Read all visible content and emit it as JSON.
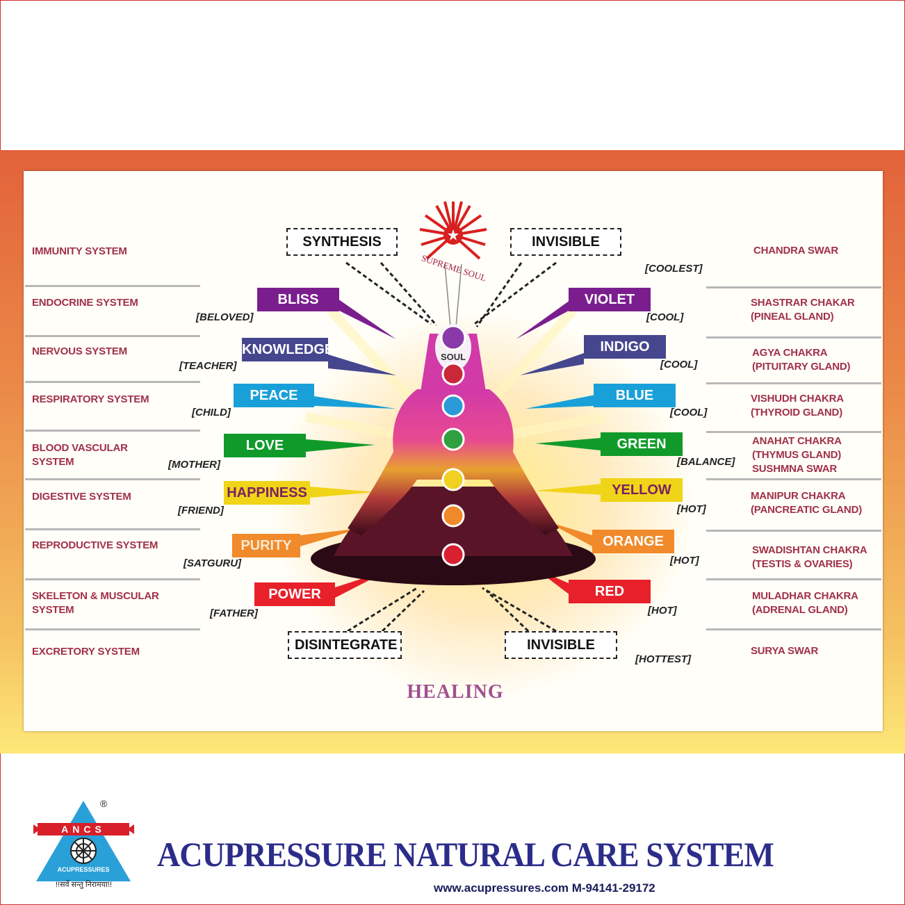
{
  "logo": {
    "name": "ANCS",
    "sub": "ACUPRESSURES",
    "motto": "!!सर्वे सन्तु निरामया!!",
    "registered": "®"
  },
  "top_labels": {
    "synthesis": "SYNTHESIS",
    "invisible": "INVISIBLE",
    "supreme_soul": "SUPREME SOUL",
    "soul": "SOUL",
    "disintegrate": "DISINTEGRATE",
    "invisible_bottom": "INVISIBLE"
  },
  "left_systems": [
    "IMMUNITY SYSTEM",
    "ENDOCRINE SYSTEM",
    "NERVOUS SYSTEM",
    "RESPIRATORY SYSTEM",
    "BLOOD VASCULAR SYSTEM",
    "DIGESTIVE SYSTEM",
    "REPRODUCTIVE SYSTEM",
    "SKELETON & MUSCULAR SYSTEM",
    "EXCRETORY SYSTEM"
  ],
  "left_qualities": [
    {
      "label": "BLISS",
      "relation": "[BELOVED]",
      "color": "#7a1e8e"
    },
    {
      "label": "KNOWLEDGE",
      "relation": "[TEACHER]",
      "color": "#45468e"
    },
    {
      "label": "PEACE",
      "relation": "[CHILD]",
      "color": "#1aa0d8"
    },
    {
      "label": "LOVE",
      "relation": "[MOTHER]",
      "color": "#109a2a"
    },
    {
      "label": "HAPPINESS",
      "relation": "[FRIEND]",
      "color": "#f0d418"
    },
    {
      "label": "PURITY",
      "relation": "[SATGURU]",
      "color": "#f08a2a"
    },
    {
      "label": "POWER",
      "relation": "[FATHER]",
      "color": "#e8202a"
    }
  ],
  "right_colors": [
    {
      "label": "VIOLET",
      "temp": "[COOL]",
      "color": "#7a1e8e"
    },
    {
      "label": "INDIGO",
      "temp": "[COOL]",
      "color": "#45468e"
    },
    {
      "label": "BLUE",
      "temp": "[COOL]",
      "color": "#1aa0d8"
    },
    {
      "label": "GREEN",
      "temp": "[BALANCE]",
      "color": "#109a2a"
    },
    {
      "label": "YELLOW",
      "temp": "[HOT]",
      "color": "#f0d418"
    },
    {
      "label": "ORANGE",
      "temp": "[HOT]",
      "color": "#f08a2a"
    },
    {
      "label": "RED",
      "temp": "[HOT]",
      "color": "#e8202a"
    }
  ],
  "right_temps_extra": {
    "coolest": "[COOLEST]",
    "hottest": "[HOTTEST]"
  },
  "right_chakras": [
    "CHANDRA SWAR",
    "SHASTRAR CHAKAR (PINEAL GLAND)",
    "AGYA CHAKRA (PITUITARY GLAND)",
    "VISHUDH CHAKRA (THYROID GLAND)",
    "ANAHAT CHAKRA (THYMUS GLAND) SUSHMNA SWAR",
    "MANIPUR CHAKRA (PANCREATIC GLAND)",
    "SWADISHTAN CHAKRA (TESTIS & OVARIES)",
    "MULADHAR CHAKRA (ADRENAL GLAND)",
    "SURYA SWAR"
  ],
  "healing": "HEALING",
  "footer": {
    "title": "ACUPRESSURE NATURAL CARE SYSTEM",
    "contact": "www.acupressures.com M-94141-29172"
  }
}
